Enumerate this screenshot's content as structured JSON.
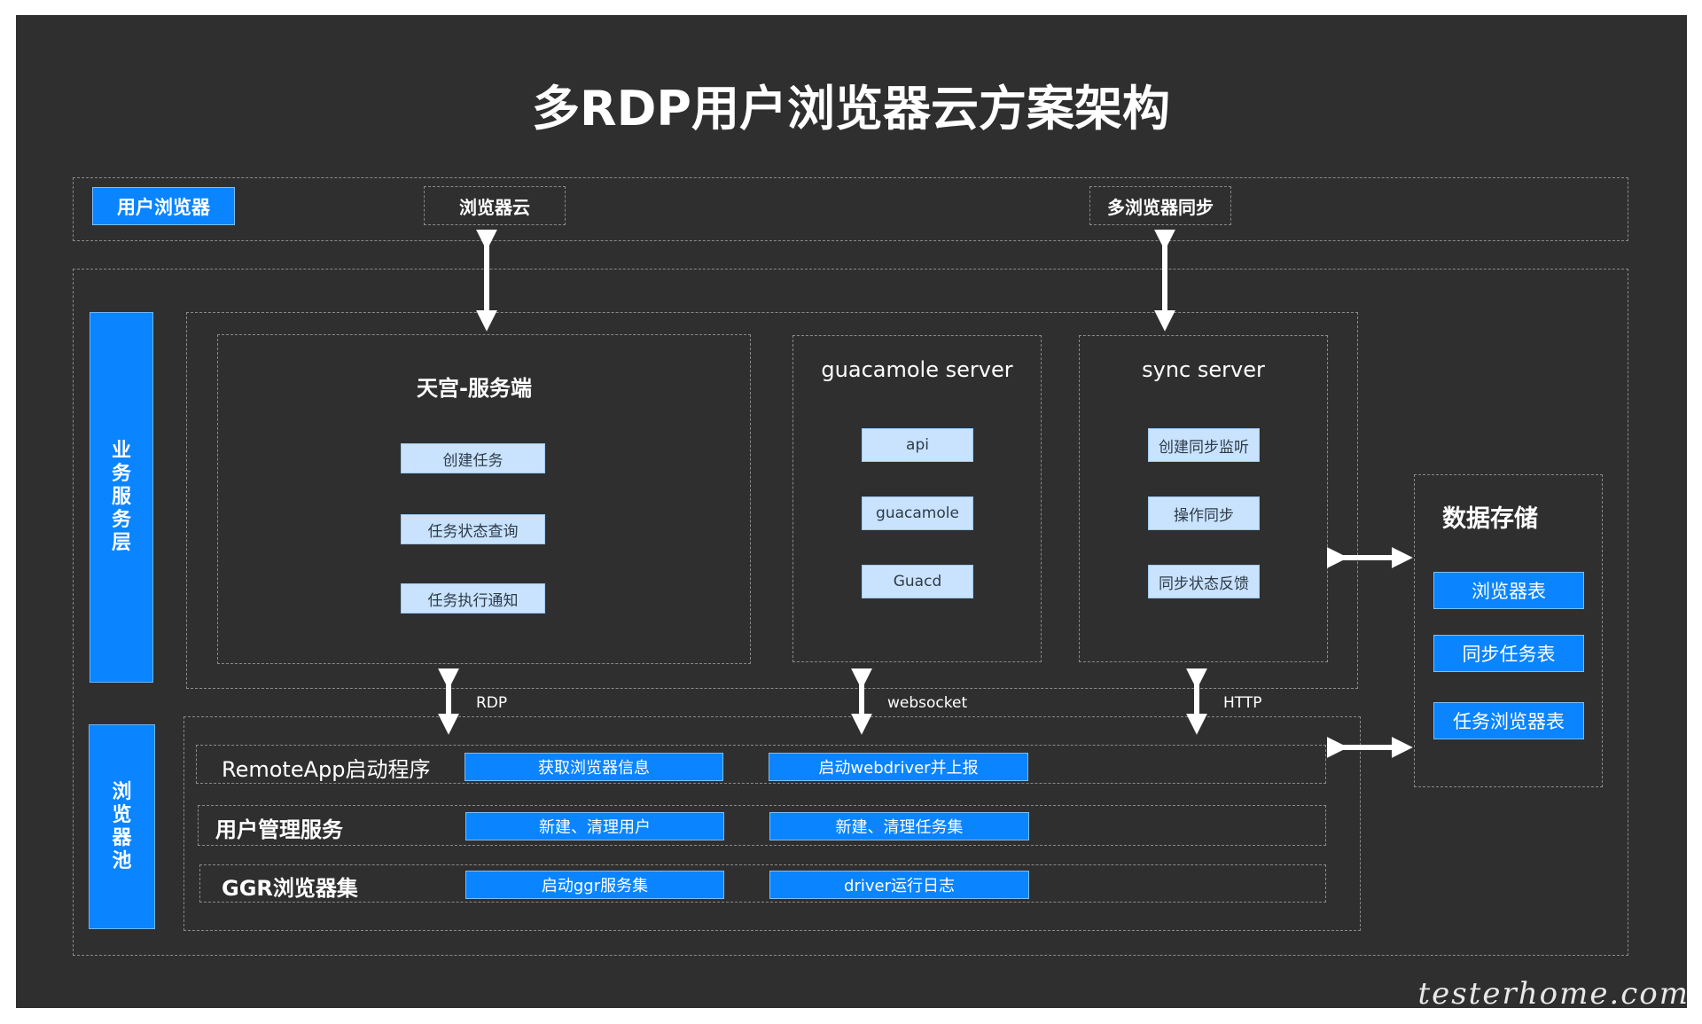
{
  "title": "多RDP用户浏览器云方案架构",
  "top_row": {
    "user_browser": "用户浏览器",
    "browser_cloud": "浏览器云",
    "multi_sync": "多浏览器同步"
  },
  "left_labels": {
    "business_layer": [
      "业",
      "务",
      "服",
      "务",
      "层"
    ],
    "browser_pool": [
      "浏",
      "览",
      "器",
      "池"
    ]
  },
  "tiangong": {
    "title": "天宫-服务端",
    "items": [
      "创建任务",
      "任务状态查询",
      "任务执行通知"
    ]
  },
  "guacamole": {
    "title": "guacamole server",
    "items": [
      "api",
      "guacamole",
      "Guacd"
    ]
  },
  "sync": {
    "title": "sync server",
    "items": [
      "创建同步监听",
      "操作同步",
      "同步状态反馈"
    ]
  },
  "storage": {
    "title": "数据存储",
    "items": [
      "浏览器表",
      "同步任务表",
      "任务浏览器表"
    ]
  },
  "connections": {
    "rdp": "RDP",
    "websocket": "websocket",
    "http": "HTTP"
  },
  "pool_rows": [
    {
      "label": "RemoteApp启动程序",
      "a": "获取浏览器信息",
      "b": "启动webdriver并上报"
    },
    {
      "label": "用户管理服务",
      "a": "新建、清理用户",
      "b": "新建、清理任务集"
    },
    {
      "label": "GGR浏览器集",
      "a": "启动ggr服务集",
      "b": "driver运行日志"
    }
  ],
  "watermark": "testerhome.com",
  "colors": {
    "background": "#2f2f2f",
    "accent": "#0a84ff",
    "light_button": "#c9e3ff",
    "dash": "#8a8a8a"
  }
}
